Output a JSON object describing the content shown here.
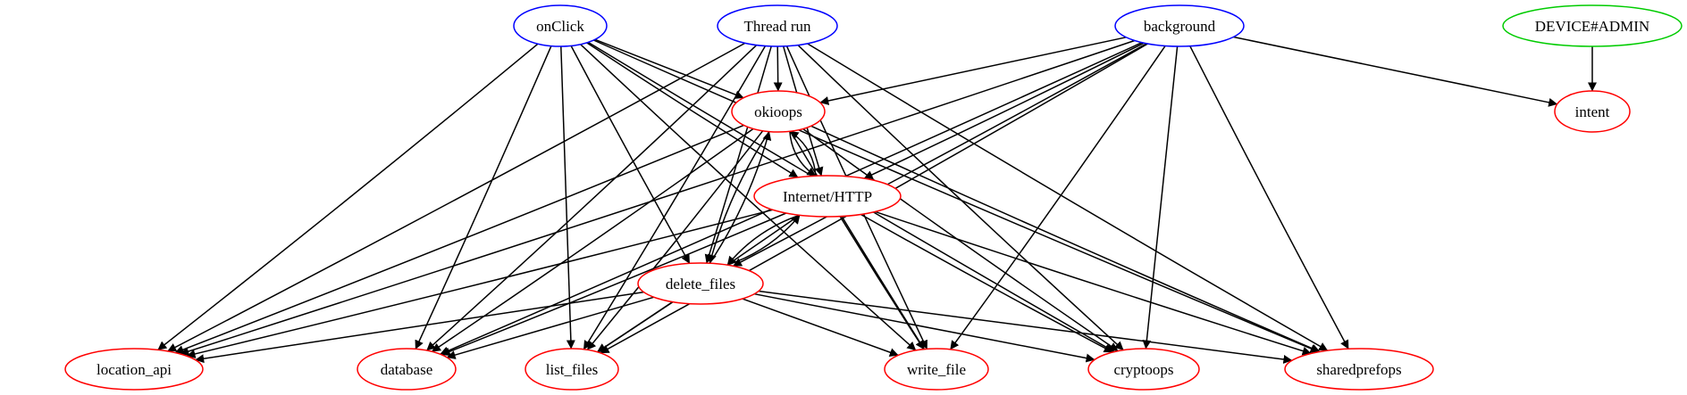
{
  "diagram": {
    "type": "directed-graph",
    "colors": {
      "source_border": "#0000ff",
      "target_border": "#ff0000",
      "permission_border": "#00cc00",
      "edge": "#000000",
      "text": "#000000",
      "background": "#ffffff"
    },
    "nodes": [
      {
        "id": "onclick",
        "label": "onClick",
        "kind": "source"
      },
      {
        "id": "thread_run",
        "label": "Thread run",
        "kind": "source"
      },
      {
        "id": "background",
        "label": "background",
        "kind": "source"
      },
      {
        "id": "device_admin",
        "label": "DEVICE#ADMIN",
        "kind": "permission"
      },
      {
        "id": "okioops",
        "label": "okioops",
        "kind": "target"
      },
      {
        "id": "intent",
        "label": "intent",
        "kind": "target"
      },
      {
        "id": "internet_http",
        "label": "Internet/HTTP",
        "kind": "target"
      },
      {
        "id": "delete_files",
        "label": "delete_files",
        "kind": "target"
      },
      {
        "id": "location_api",
        "label": "location_api",
        "kind": "target"
      },
      {
        "id": "database",
        "label": "database",
        "kind": "target"
      },
      {
        "id": "list_files",
        "label": "list_files",
        "kind": "target"
      },
      {
        "id": "write_file",
        "label": "write_file",
        "kind": "target"
      },
      {
        "id": "cryptoops",
        "label": "cryptoops",
        "kind": "target"
      },
      {
        "id": "sharedprefops",
        "label": "sharedprefops",
        "kind": "target"
      }
    ],
    "edges": [
      [
        "onclick",
        "location_api"
      ],
      [
        "onclick",
        "database"
      ],
      [
        "onclick",
        "list_files"
      ],
      [
        "onclick",
        "okioops"
      ],
      [
        "onclick",
        "delete_files"
      ],
      [
        "onclick",
        "internet_http"
      ],
      [
        "onclick",
        "write_file"
      ],
      [
        "onclick",
        "cryptoops"
      ],
      [
        "onclick",
        "sharedprefops"
      ],
      [
        "thread_run",
        "okioops"
      ],
      [
        "thread_run",
        "internet_http"
      ],
      [
        "thread_run",
        "delete_files"
      ],
      [
        "thread_run",
        "location_api"
      ],
      [
        "thread_run",
        "database"
      ],
      [
        "thread_run",
        "list_files"
      ],
      [
        "thread_run",
        "write_file"
      ],
      [
        "thread_run",
        "cryptoops"
      ],
      [
        "thread_run",
        "sharedprefops"
      ],
      [
        "background",
        "okioops"
      ],
      [
        "background",
        "internet_http"
      ],
      [
        "background",
        "delete_files"
      ],
      [
        "background",
        "location_api"
      ],
      [
        "background",
        "database"
      ],
      [
        "background",
        "list_files"
      ],
      [
        "background",
        "write_file"
      ],
      [
        "background",
        "cryptoops"
      ],
      [
        "background",
        "sharedprefops"
      ],
      [
        "background",
        "intent"
      ],
      [
        "device_admin",
        "intent"
      ],
      [
        "okioops",
        "internet_http"
      ],
      [
        "internet_http",
        "okioops"
      ],
      [
        "okioops",
        "delete_files"
      ],
      [
        "delete_files",
        "okioops"
      ],
      [
        "okioops",
        "location_api"
      ],
      [
        "okioops",
        "database"
      ],
      [
        "okioops",
        "list_files"
      ],
      [
        "okioops",
        "write_file"
      ],
      [
        "okioops",
        "cryptoops"
      ],
      [
        "okioops",
        "sharedprefops"
      ],
      [
        "internet_http",
        "delete_files"
      ],
      [
        "delete_files",
        "internet_http"
      ],
      [
        "internet_http",
        "location_api"
      ],
      [
        "internet_http",
        "database"
      ],
      [
        "internet_http",
        "list_files"
      ],
      [
        "internet_http",
        "write_file"
      ],
      [
        "internet_http",
        "cryptoops"
      ],
      [
        "internet_http",
        "sharedprefops"
      ],
      [
        "delete_files",
        "location_api"
      ],
      [
        "delete_files",
        "database"
      ],
      [
        "delete_files",
        "list_files"
      ],
      [
        "delete_files",
        "write_file"
      ],
      [
        "delete_files",
        "cryptoops"
      ],
      [
        "delete_files",
        "sharedprefops"
      ]
    ]
  }
}
